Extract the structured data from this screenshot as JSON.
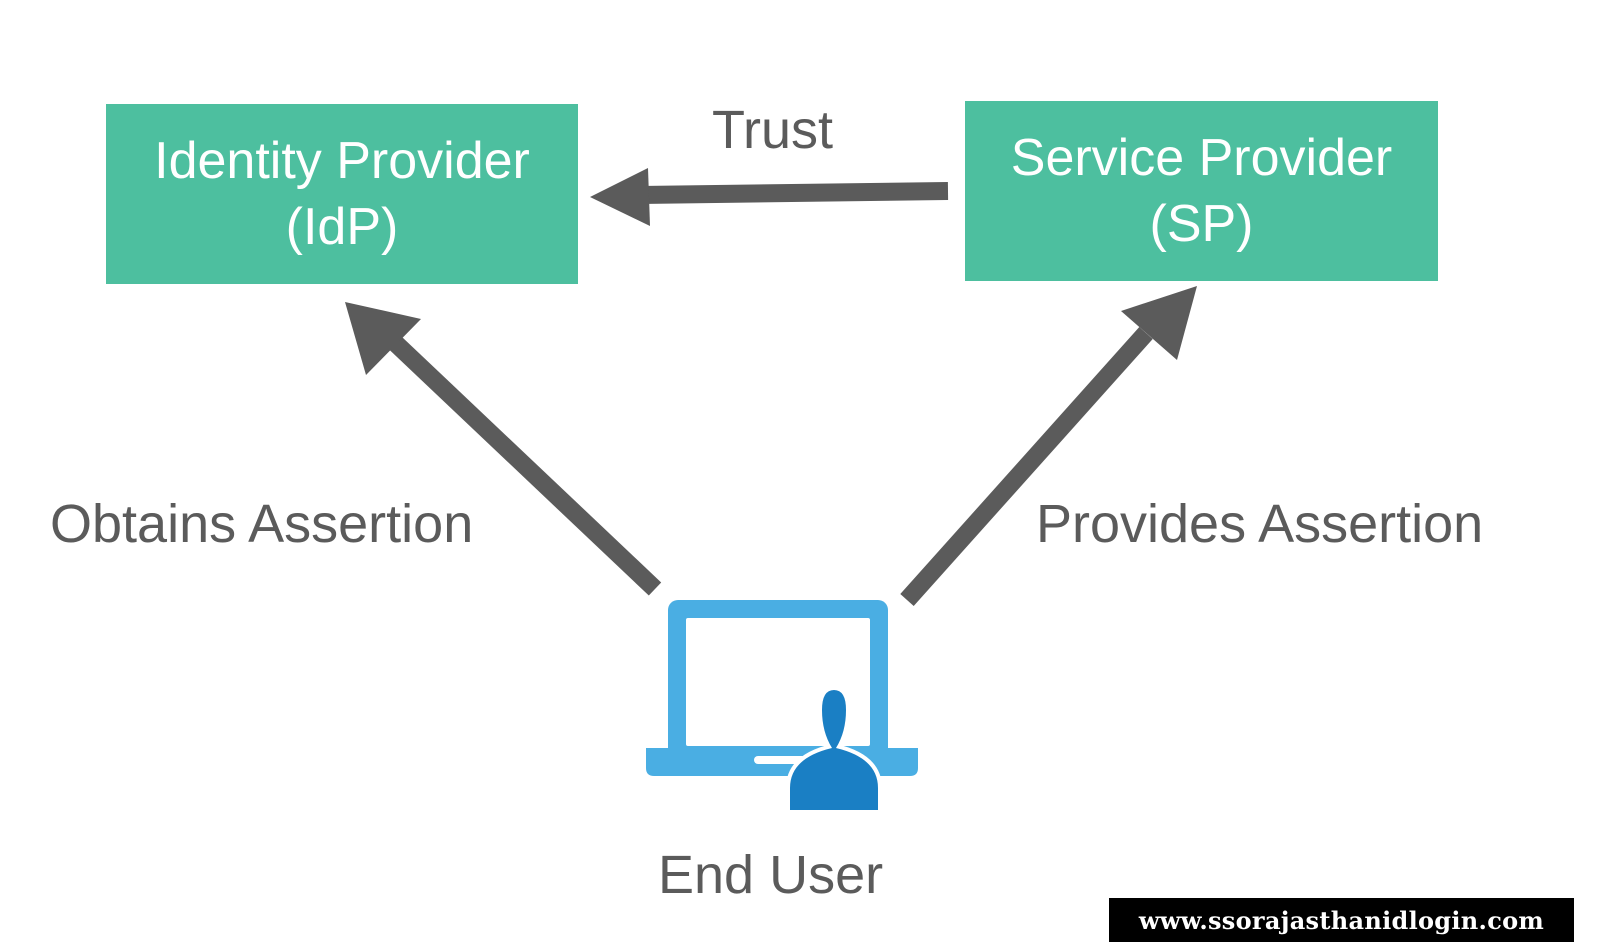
{
  "diagram": {
    "idp": {
      "line1": "Identity Provider",
      "line2": "(IdP)"
    },
    "sp": {
      "line1": "Service Provider",
      "line2": "(SP)"
    },
    "edges": {
      "trust": "Trust",
      "obtains": "Obtains Assertion",
      "provides": "Provides Assertion"
    },
    "end_user": "End User",
    "icons": [
      "laptop-icon",
      "person-icon"
    ]
  },
  "watermark": "www.ssorajasthanidlogin.com",
  "colors": {
    "box": "#4dbf9f",
    "arrow": "#5b5b5b",
    "text": "#5b5b5b",
    "laptop": "#4aaee3",
    "person": "#1a7fc4",
    "watermark_bg": "#000000"
  }
}
